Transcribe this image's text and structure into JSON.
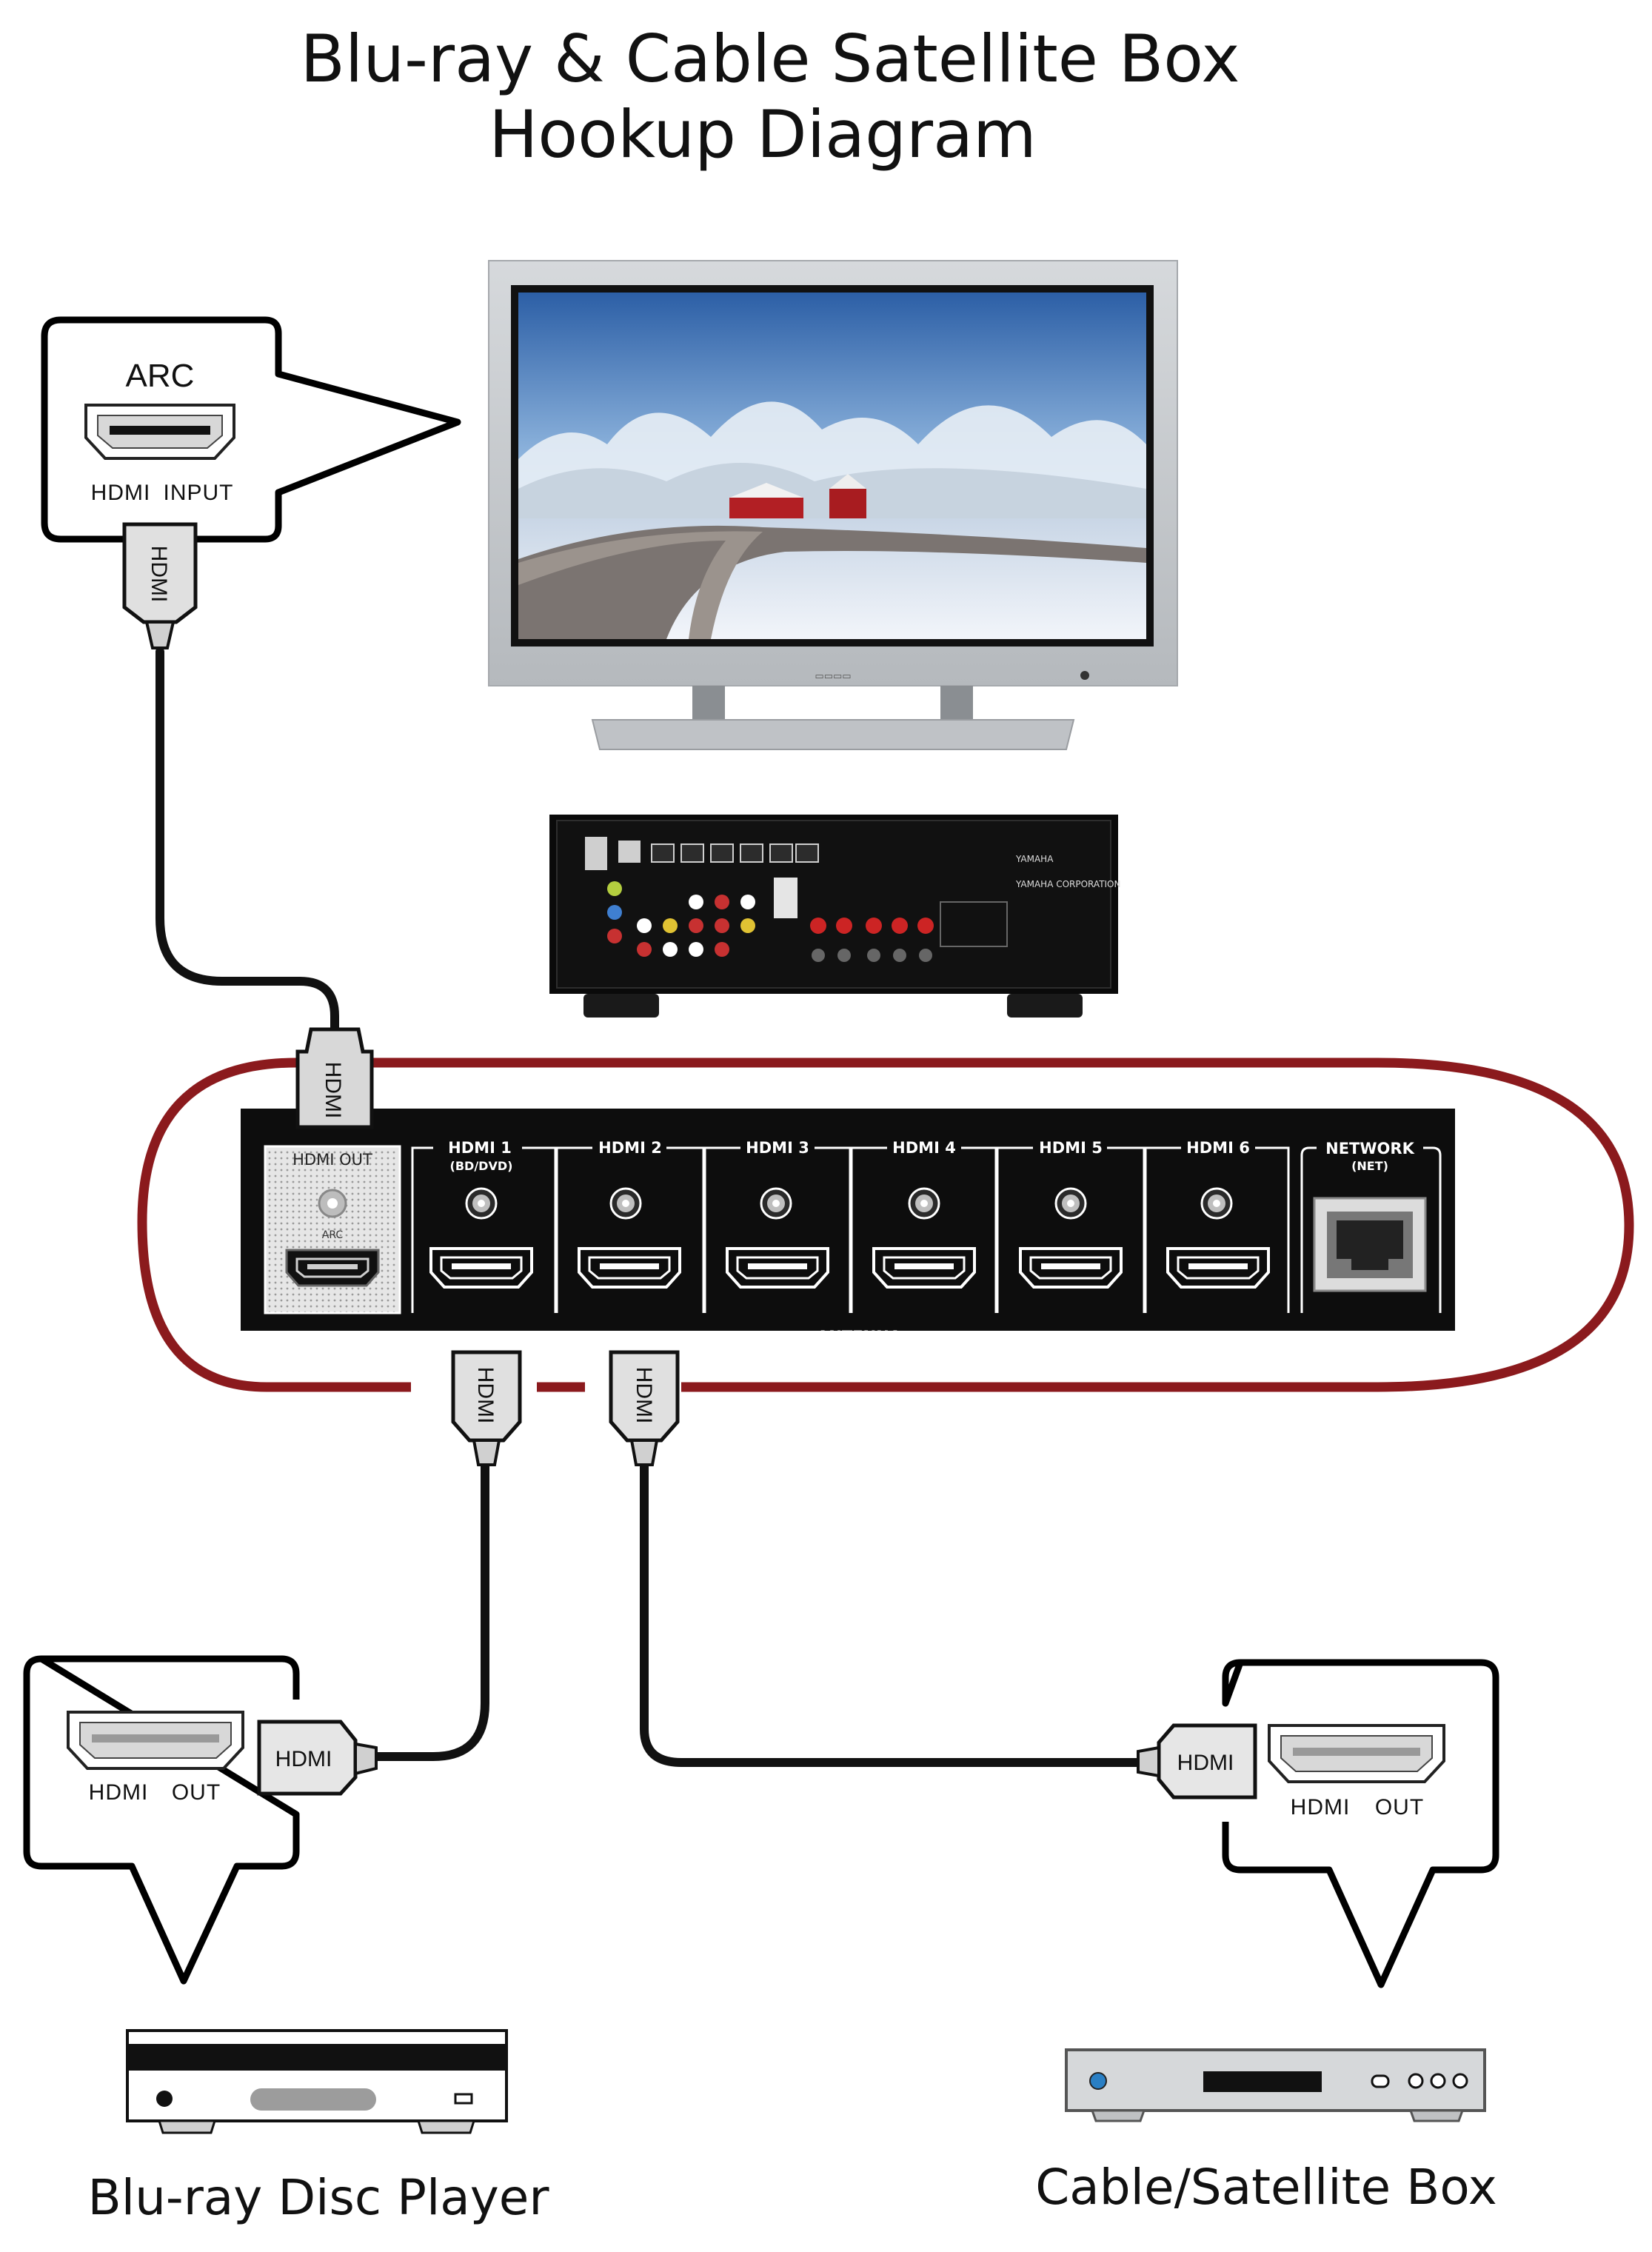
{
  "title": {
    "line1": "Blu-ray & Cable Satellite Box",
    "line2": "Hookup Diagram"
  },
  "tv_callout": {
    "arc": "ARC",
    "hdmi": "HDMI",
    "input": "INPUT"
  },
  "cable_label": "HDMI",
  "receiver_panel": {
    "hdmi_out": "HDMI OUT",
    "arc": "ARC",
    "ports": [
      {
        "label": "HDMI 1",
        "sub": "(BD/DVD)"
      },
      {
        "label": "HDMI 2",
        "sub": ""
      },
      {
        "label": "HDMI 3",
        "sub": ""
      },
      {
        "label": "HDMI 4",
        "sub": ""
      },
      {
        "label": "HDMI 5",
        "sub": ""
      },
      {
        "label": "HDMI 6",
        "sub": ""
      }
    ],
    "network": "NETWORK",
    "network_sub": "(NET)",
    "antenna": "ANTENNA"
  },
  "bluray_callout": {
    "hdmi": "HDMI",
    "out": "OUT"
  },
  "satellite_callout": {
    "hdmi": "HDMI",
    "out": "OUT"
  },
  "captions": {
    "bluray": "Blu-ray Disc Player",
    "satellite": "Cable/Satellite Box"
  },
  "receiver_brand": "YAMAHA",
  "receiver_corp": "YAMAHA CORPORATION",
  "colors": {
    "highlight_ring": "#8b1a1d",
    "panel_bg": "#0d0d0d",
    "cable": "#111111"
  }
}
